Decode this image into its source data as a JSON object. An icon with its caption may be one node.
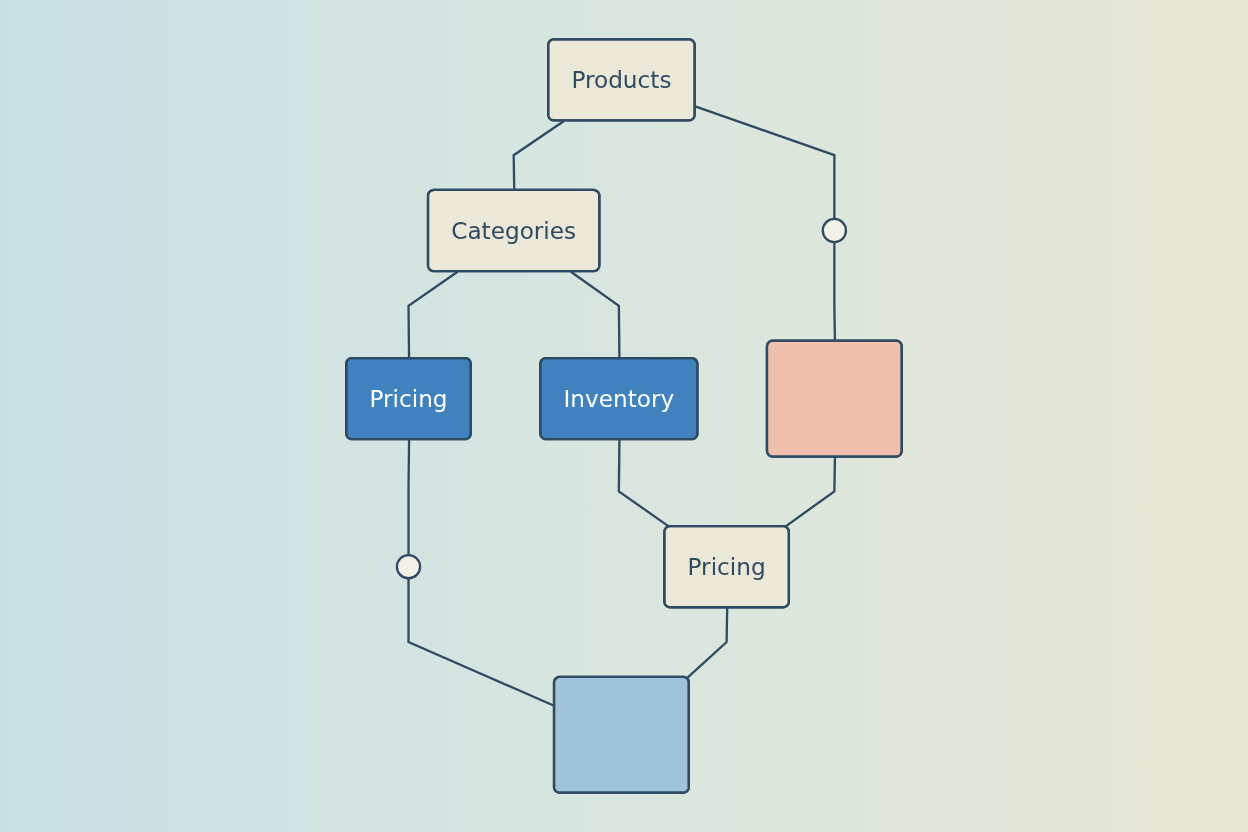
{
  "diagram": {
    "nodes": [
      {
        "text": [
          "Products"
        ]
      },
      {
        "text": [
          "Categories"
        ]
      },
      {
        "text": [
          "Pricing"
        ]
      },
      {
        "text": [],
        "shape": "circle"
      },
      {
        "text": [
          "Inventory"
        ]
      },
      {
        "text": [],
        "shape": "circle"
      },
      {
        "text": [],
        "shape": "box"
      },
      {
        "text": [
          "Pricing"
        ]
      },
      {
        "text": [],
        "shape": "box"
      }
    ],
    "edges": [
      {
        "from": 0,
        "to": 1,
        "arrow": "none"
      },
      {
        "from": 1,
        "to": 2,
        "arrow": "none"
      },
      {
        "from": 1,
        "to": 4,
        "arrow": "none"
      },
      {
        "from": 0,
        "to": 3,
        "arrow": "none"
      },
      {
        "from": 3,
        "to": 6,
        "arrow": "none"
      },
      {
        "from": 2,
        "to": 5,
        "arrow": "none"
      },
      {
        "from": 5,
        "to": 8,
        "arrow": "none"
      },
      {
        "from": 4,
        "to": 7,
        "arrow": "none"
      },
      {
        "from": 6,
        "to": 7,
        "arrow": "none"
      },
      {
        "from": 7,
        "to": 8,
        "arrow": "none"
      }
    ]
  }
}
